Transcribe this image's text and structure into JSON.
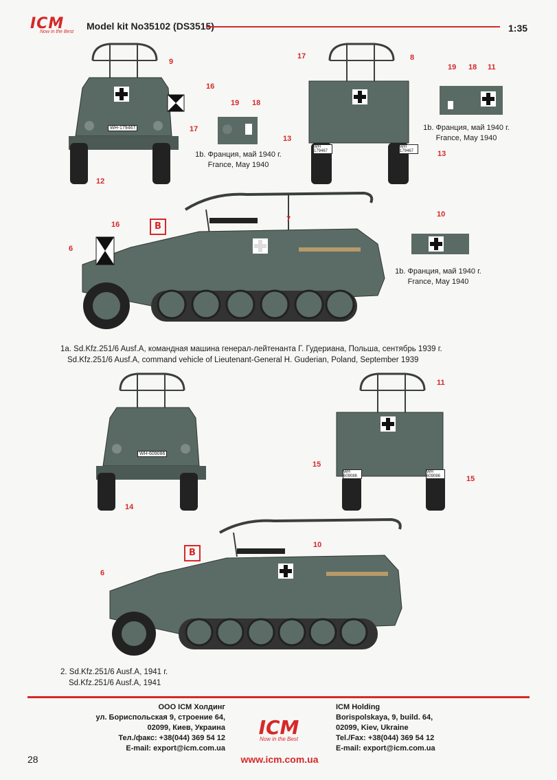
{
  "header": {
    "logo_text": "ICM",
    "logo_tagline": "Now in the Best",
    "title": "Model kit No35102 (DS3515)",
    "scale": "1:35"
  },
  "callouts": [
    "9",
    "16",
    "17",
    "12",
    "19",
    "18",
    "17",
    "8",
    "13",
    "13",
    "19",
    "18",
    "11",
    "16",
    "6",
    "7",
    "10",
    "11",
    "15",
    "15",
    "14",
    "10",
    "6"
  ],
  "location_caption": {
    "ru": "1b. Франция, май 1940 г.",
    "en": "France, May 1940"
  },
  "markers": {
    "b": "B"
  },
  "plates": {
    "front_1": "WH-179467",
    "rear_left_1": "WH 179467",
    "rear_right_1": "WH 179467",
    "front_2": "WH-609086",
    "rear_left_2": "WH 609086",
    "rear_right_2": "WH 609086"
  },
  "variant1": {
    "ru": "1a. Sd.Kfz.251/6 Ausf.A, командная машина генерал-лейтенанта Г. Гудериана, Польша, сентябрь 1939 г.",
    "en": "Sd.Kfz.251/6 Ausf.A, command vehicle of Lieutenant-General H. Guderian, Poland, September 1939"
  },
  "variant2": {
    "ru": "2. Sd.Kfz.251/6 Ausf.A, 1941 г.",
    "en": "Sd.Kfz.251/6 Ausf.A, 1941"
  },
  "footer": {
    "ru_lines": [
      "ООО ICM Холдинг",
      "ул. Бориспольская 9, строение 64,",
      "02099, Киев, Украина",
      "Тел./факс: +38(044) 369 54 12",
      "E-mail: export@icm.com.ua"
    ],
    "en_lines": [
      "ICM Holding",
      "Borispolskaya, 9, build. 64,",
      "02099, Kiev, Ukraine",
      "Tel./Fax: +38(044) 369 54 12",
      "E-mail: export@icm.com.ua"
    ],
    "logo_text": "ICM",
    "logo_tagline": "Now in the Best",
    "website": "www.icm.com.ua",
    "page_number": "28"
  },
  "colors": {
    "accent": "#d62828",
    "vehicle": "#5c6e68",
    "vehicle_dark": "#3f4b47"
  }
}
